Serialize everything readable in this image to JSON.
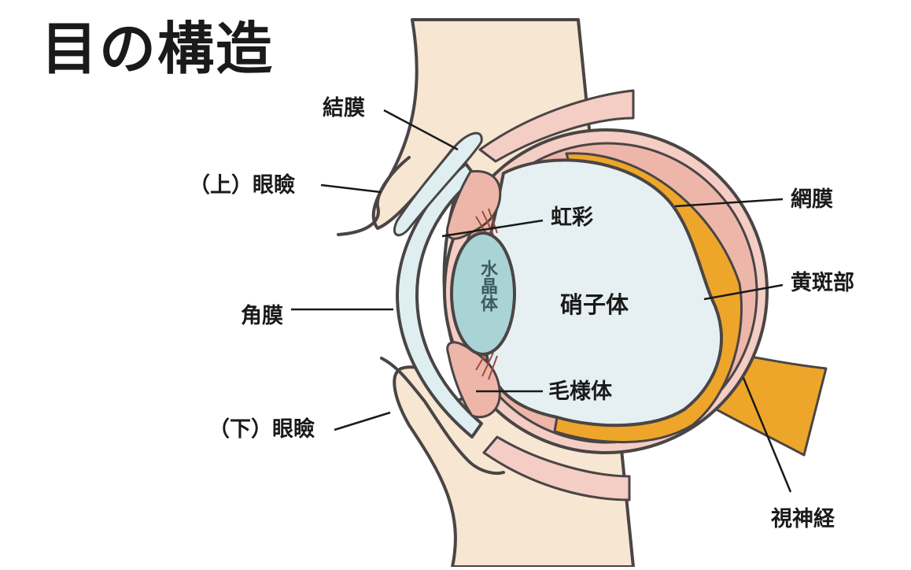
{
  "title": "目の構造",
  "colors": {
    "skin": "#f7e6d1",
    "sclera": "#f4cdc4",
    "sclera_inner": "#eeb6a9",
    "cornea": "#deeef1",
    "vitreous": "#e6f0f2",
    "lens": "#a9d3d4",
    "retina": "#eea62a",
    "outline": "#4a4545"
  },
  "labels": {
    "conjunctiva": "結膜",
    "upper_eyelid": "（上）眼瞼",
    "cornea": "角膜",
    "lower_eyelid": "（下）眼瞼",
    "iris": "虹彩",
    "lens": "水晶体",
    "vitreous": "硝子体",
    "ciliary_body": "毛様体",
    "retina": "網膜",
    "macula": "黄斑部",
    "optic_nerve": "視神経"
  }
}
